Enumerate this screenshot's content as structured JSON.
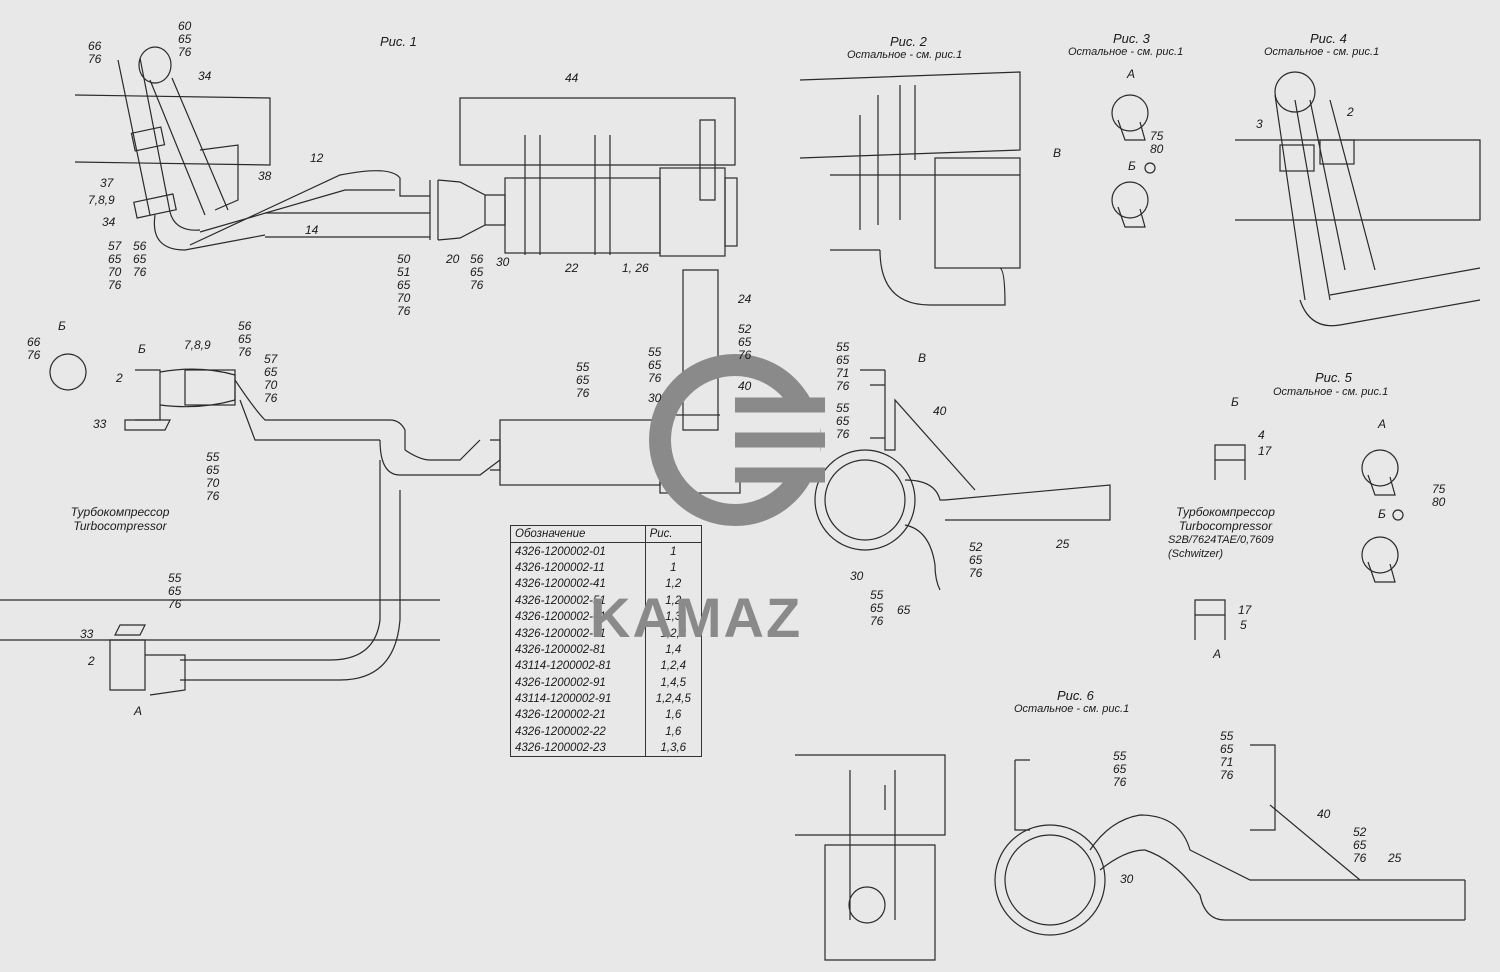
{
  "figures": {
    "fig1": {
      "title": "Рис. 1"
    },
    "fig2": {
      "title": "Рис. 2",
      "subtitle": "Остальное - см. рис.1"
    },
    "fig3": {
      "title": "Рис. 3",
      "subtitle": "Остальное - см. рис.1"
    },
    "fig4": {
      "title": "Рис. 4",
      "subtitle": "Остальное - см. рис.1"
    },
    "fig5": {
      "title": "Рис. 5",
      "subtitle": "Остальное - см. рис.1"
    },
    "fig6": {
      "title": "Рис. 6",
      "subtitle": "Остальное - см. рис.1"
    }
  },
  "turbo": {
    "ru": "Турбокомпрессор",
    "en": "Turbocompressor"
  },
  "turbo5": {
    "ru": "Турбокомпрессор",
    "en": "Turbocompressor",
    "model": "S2B/7624TAE/0,7609",
    "maker": "(Schwitzer)"
  },
  "views": {
    "A": "А",
    "B": "Б",
    "V": "В"
  },
  "callouts": {
    "c_60_65_76": "60\n65\n76",
    "c_66_76_top": "66\n76",
    "c_34_a": "34",
    "c_12": "12",
    "c_44": "44",
    "c_37": "37",
    "c_789_a": "7,8,9",
    "c_34_b": "34",
    "c_38": "38",
    "c_57_65_70_76_a": "57\n65\n70\n76",
    "c_56_65_76_a": "56\n65\n76",
    "c_14": "14",
    "c_50_51_65_70_76": "50\n51\n65\n70\n76",
    "c_20": "20",
    "c_56_65_76_b": "56\n65\n76",
    "c_30_a": "30",
    "c_22": "22",
    "c_1_26": "1, 26",
    "c_24": "24",
    "c_52_65_76_a": "52\n65\n76",
    "c_55_65_76_a": "55\n65\n76",
    "c_30_b": "30",
    "c_40_a": "40",
    "c_55_65_71_76_a": "55\n65\n71\n76",
    "c_55_65_76_b": "55\n65\n76",
    "c_40_b": "40",
    "c_66_76_mid": "66\n76",
    "c_2_a": "2",
    "c_789_b": "7,8,9",
    "c_56_65_76_c": "56\n65\n76",
    "c_57_65_70_76_b": "57\n65\n70\n76",
    "c_33_a": "33",
    "c_55_65_70_76": "55\n65\n70\n76",
    "c_55_65_76_c": "55\n65\n76",
    "c_33_b": "33",
    "c_2_b": "2",
    "c_55_65_76_d": "55\n65\n76",
    "c_30_c": "30",
    "c_65": "65",
    "c_52_65_76_b": "52\n65\n76",
    "c_25_a": "25",
    "c_75_80_a": "75\n80",
    "c_3": "3",
    "c_2_c": "2",
    "c_4": "4",
    "c_17_a": "17",
    "c_17_b": "17",
    "c_5": "5",
    "c_75_80_b": "75\n80",
    "c_55_65_76_e": "55\n65\n76",
    "c_55_65_71_76_b": "55\n65\n71\n76",
    "c_40_c": "40",
    "c_52_65_76_c": "52\n65\n76",
    "c_25_b": "25",
    "c_30_d": "30"
  },
  "variant_table": {
    "header": [
      "Обозначение",
      "Рис."
    ],
    "rows": [
      [
        "4326-1200002-01",
        "1"
      ],
      [
        "4326-1200002-11",
        "1"
      ],
      [
        "4326-1200002-41",
        "1,2"
      ],
      [
        "4326-1200002-51",
        "1,2"
      ],
      [
        "4326-1200002-61",
        "1,3"
      ],
      [
        "4326-1200002-71",
        "1,2,3"
      ],
      [
        "4326-1200002-81",
        "1,4"
      ],
      [
        "43114-1200002-81",
        "1,2,4"
      ],
      [
        "4326-1200002-91",
        "1,4,5"
      ],
      [
        "43114-1200002-91",
        "1,2,4,5"
      ],
      [
        "4326-1200002-21",
        "1,6"
      ],
      [
        "4326-1200002-22",
        "1,6"
      ],
      [
        "4326-1200002-23",
        "1,3,6"
      ]
    ]
  },
  "logo": {
    "text": "KAMAZ"
  }
}
